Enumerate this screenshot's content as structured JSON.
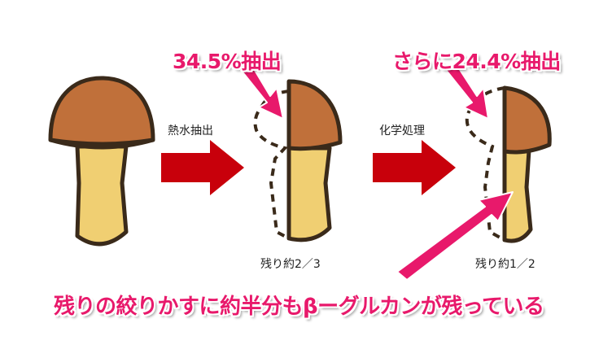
{
  "callouts": {
    "first": "34.5%抽出",
    "second": "さらに24.4%抽出",
    "bottom": "残りの絞りかすに約半分もβーグルカンが残っている"
  },
  "steps": {
    "hot_water": "熱水抽出",
    "chemical": "化学処理"
  },
  "remaining": {
    "first": "残り約2／3",
    "second": "残り約1／2"
  },
  "colors": {
    "cap": "#c0703a",
    "stem": "#f0cf72",
    "outline": "#3a2a1a",
    "arrow": "#c8000b",
    "callout": "#e8196b"
  }
}
